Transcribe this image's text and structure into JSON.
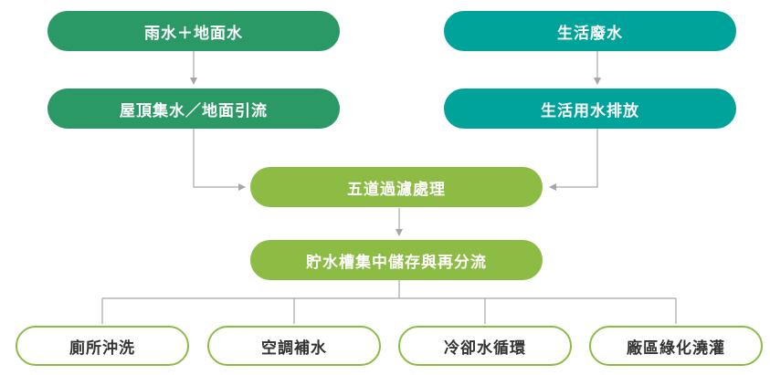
{
  "colors": {
    "source_rain": "#2a9966",
    "source_domestic": "#00a39a",
    "process": "#8cbc44",
    "arrow": "#a6a6a6"
  },
  "nodes": {
    "rain_ground_water": "雨水＋地面水",
    "roof_ground_drainage": "屋頂集水／地面引流",
    "domestic_wastewater": "生活廢水",
    "domestic_discharge": "生活用水排放",
    "five_stage_filtration": "五道過濾處理",
    "storage_tank": "貯水槽集中儲存與再分流",
    "uses": [
      "廁所沖洗",
      "空調補水",
      "冷卻水循環",
      "廠區綠化澆灌"
    ]
  }
}
